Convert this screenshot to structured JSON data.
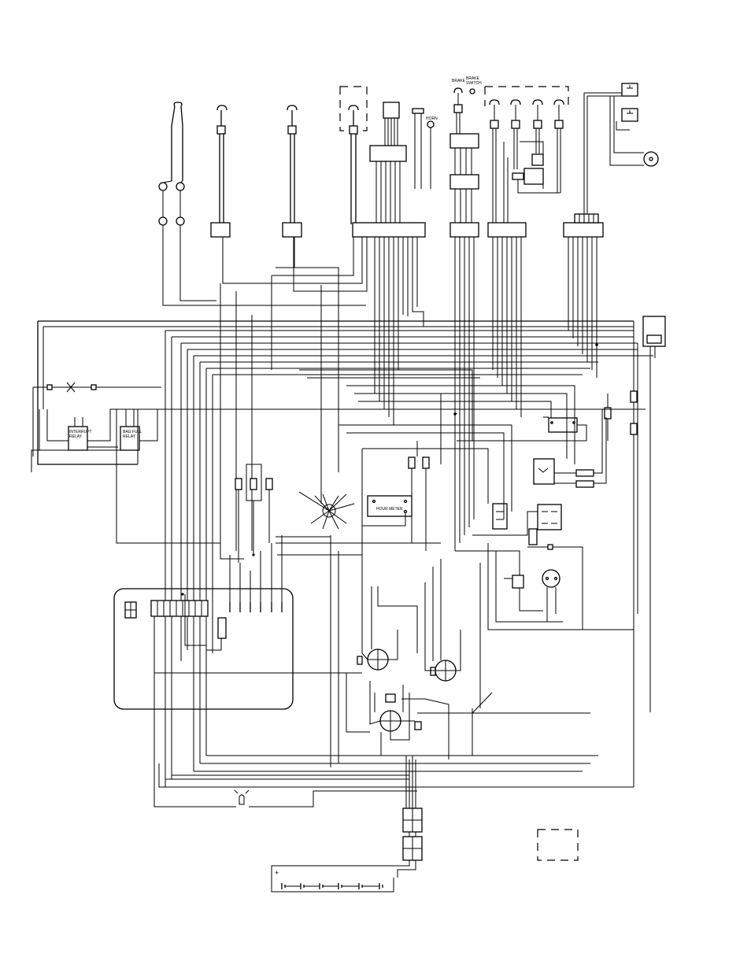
{
  "labels": {
    "brake": "BRAKE",
    "brake_switch_1": "BRAKE",
    "brake_switch_2": "SWITCH",
    "horn": "HORN",
    "hour_meter": "HOUR METER",
    "interrupt_relay_1": "INTERRUPT",
    "interrupt_relay_2": "RELAY",
    "bag_full_relay_1": "BAG FULL",
    "bag_full_relay_2": "RELAY",
    "battery_plus": "+"
  }
}
